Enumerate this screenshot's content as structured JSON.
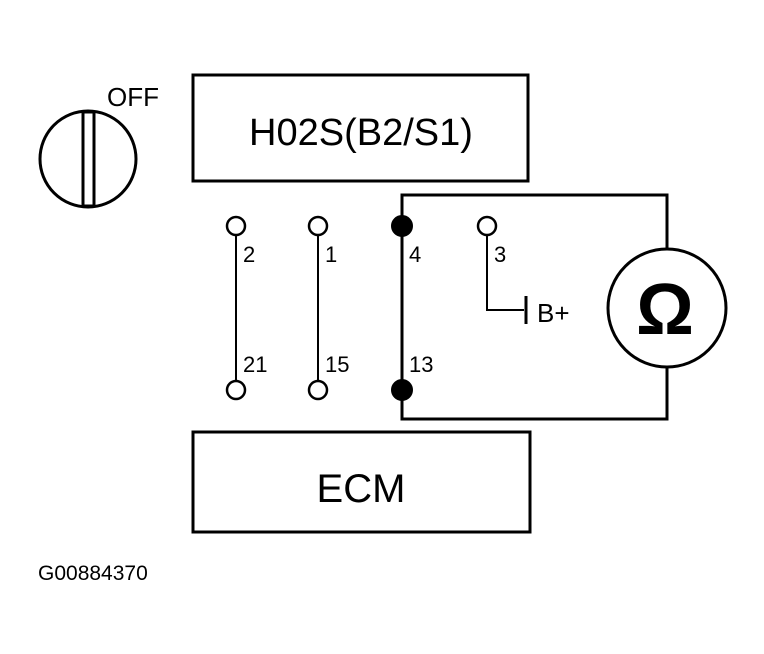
{
  "ignition": {
    "label": "OFF"
  },
  "sensor": {
    "label": "H02S(B2/S1)"
  },
  "ecm": {
    "label": "ECM"
  },
  "pins": {
    "p2": "2",
    "p1": "1",
    "p4": "4",
    "p3": "3",
    "p21": "21",
    "p15": "15",
    "p13": "13"
  },
  "supply": {
    "label": "B+"
  },
  "meter": {
    "symbol": "Ω"
  },
  "figure_id": "G00884370"
}
